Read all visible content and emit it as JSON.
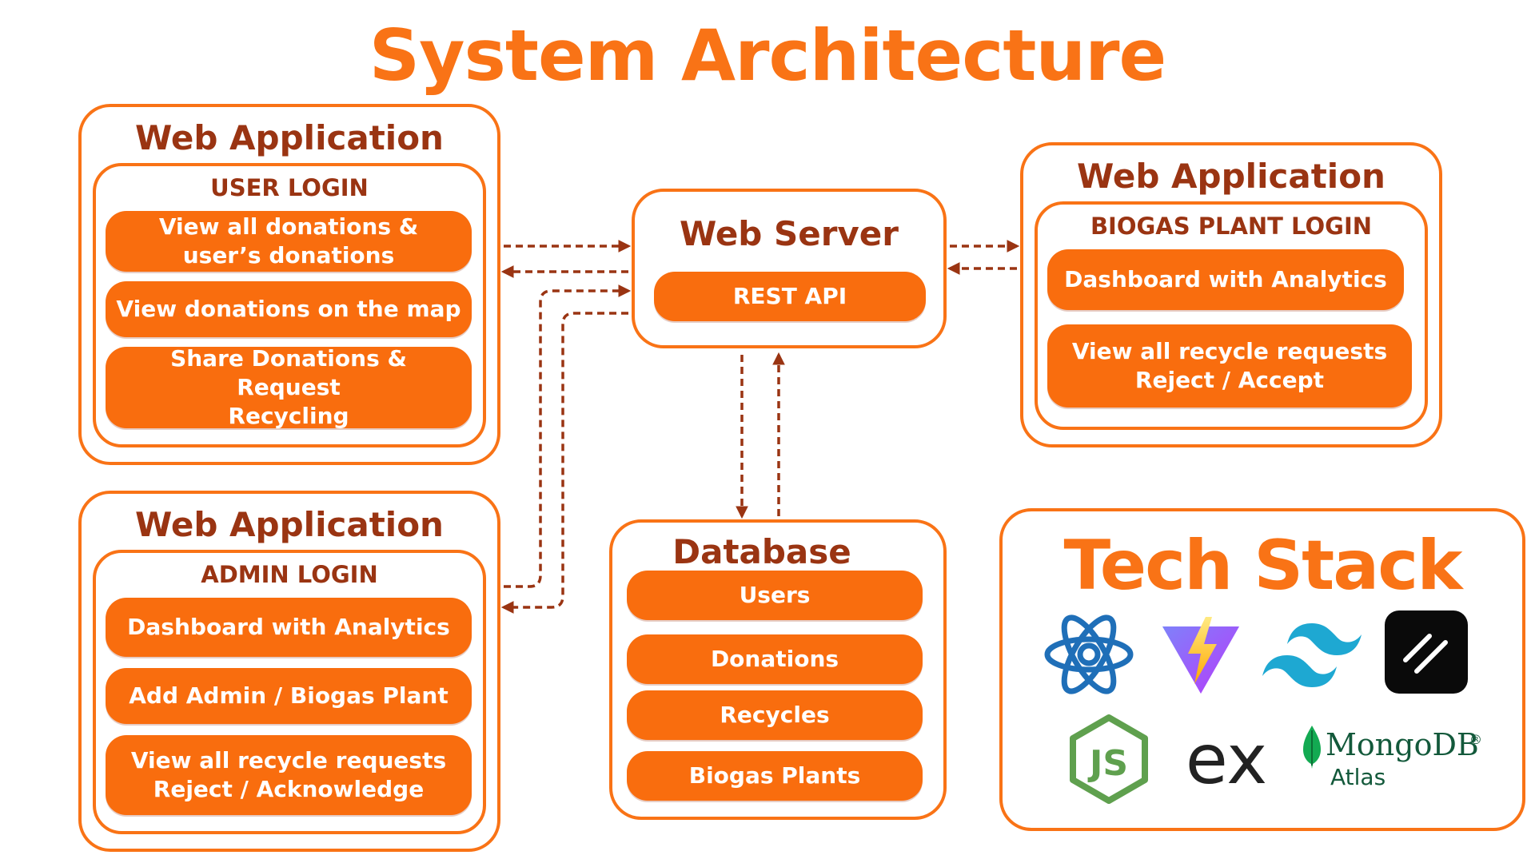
{
  "title": "System Architecture",
  "user_app": {
    "title": "Web Application",
    "section": "USER LOGIN",
    "items": [
      "View all donations &\nuser’s donations",
      "View donations on the map",
      "Share Donations & Request\nRecycling"
    ]
  },
  "admin_app": {
    "title": "Web Application",
    "section": "ADMIN LOGIN",
    "items": [
      "Dashboard with Analytics",
      "Add Admin / Biogas Plant",
      "View all recycle requests\nReject / Acknowledge"
    ]
  },
  "server": {
    "title": "Web Server",
    "api": "REST API"
  },
  "biogas_app": {
    "title": "Web Application",
    "section": "BIOGAS PLANT LOGIN",
    "items": [
      "Dashboard with Analytics",
      "View all recycle requests\nReject / Accept"
    ]
  },
  "database": {
    "title": "Database",
    "items": [
      "Users",
      "Donations",
      "Recycles",
      "Biogas Plants"
    ]
  },
  "tech_stack": {
    "title": "Tech Stack",
    "logos": [
      "react-icon",
      "vite-icon",
      "tailwind-icon",
      "shadcn-icon",
      "nodejs-icon",
      "express-icon",
      "mongodb-atlas-icon"
    ],
    "js_label": "JS",
    "express_label": "ex",
    "mongo_label": "MongoDB",
    "mongo_reg": "®",
    "atlas_label": "Atlas"
  },
  "colors": {
    "accent": "#f97316",
    "pill": "#f96d0e",
    "dark_text": "#9a3412",
    "arrow": "#9a3412"
  }
}
